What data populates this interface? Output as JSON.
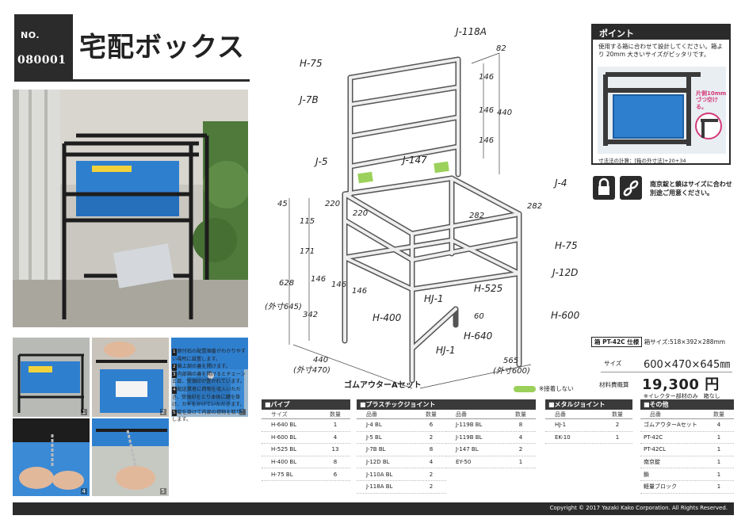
{
  "header": {
    "no_label": "NO.",
    "product_no": "080001",
    "title": "宅配ボックス"
  },
  "photos": {
    "numbers": [
      "1",
      "2",
      "3",
      "4",
      "5"
    ]
  },
  "steps": [
    {
      "num": "1",
      "text": "原付石の配置順番がわかりやすい場所に設置します。"
    },
    {
      "num": "2",
      "text": "箱上部の蓋を開けます。"
    },
    {
      "num": "3",
      "text": "内部箱の蓋を開けるとチェーンと錠、受領印が置かれています。"
    },
    {
      "num": "4",
      "text": "配送業者に荷物を収入いただき、受領印をとり本体に鍵を掛け、カギをかけていただきます。"
    },
    {
      "num": "5",
      "text": "錠を掛けて内部の荷物を取り出します。"
    }
  ],
  "diagram": {
    "parts": {
      "j118a": "J-118A",
      "h75a": "H-75",
      "j7b": "J-7B",
      "j5": "J-5",
      "j147": "J-147",
      "j4": "J-4",
      "h75b": "H-75",
      "j12d": "J-12D",
      "h525": "H-525",
      "hj1a": "HJ-1",
      "h400": "H-400",
      "h640": "H-640",
      "hj1b": "HJ-1",
      "h600": "H-600"
    },
    "dims": {
      "d82": "82",
      "d146a": "146",
      "d146b": "146",
      "d146c": "146",
      "d440v": "440",
      "d45": "45",
      "d220a": "220",
      "d220b": "220",
      "d282a": "282",
      "d282b": "282",
      "d115": "115",
      "d171": "171",
      "d628": "628",
      "d645": "(外寸645)",
      "d146d": "146",
      "d146e": "146",
      "d146f": "146",
      "d342": "342",
      "d60": "60",
      "d440h": "440",
      "d470": "(外寸470)",
      "d565": "565",
      "d600": "(外寸600)"
    },
    "rubber_outer": "ゴムアウターAセット"
  },
  "point": {
    "heading": "ポイント",
    "text": "使用する箱に合わせて設計してください。箱より 20mm 大きいサイズがピッタリです。",
    "callout": "片側10mmづつ空ける。",
    "formula": "寸法法の計算：[箱の外寸法]+20+34"
  },
  "notice": {
    "text_line1": "南京錠と鎖はサイズに合わせ",
    "text_line2": "別途ご用意ください。"
  },
  "spec": {
    "case_tag": "箱 PT-42C 仕様",
    "case_size": "箱サイズ:518×392×288mm",
    "size_label": "サイズ",
    "size_value": "600×470×645㎜",
    "price_label": "材料費概算",
    "price_value": "19,300 円",
    "price_note": "※イレクター部材のみ　箱なし"
  },
  "legend": {
    "text": "※接着しない",
    "color": "#9bd15a"
  },
  "tables": {
    "pipe": {
      "heading": "■パイプ",
      "col_name": "サイズ",
      "col_qty": "数量",
      "rows": [
        {
          "name": "H-640 BL",
          "qty": "1"
        },
        {
          "name": "H-600 BL",
          "qty": "4"
        },
        {
          "name": "H-525 BL",
          "qty": "13"
        },
        {
          "name": "H-400 BL",
          "qty": "8"
        },
        {
          "name": "H-75 BL",
          "qty": "6"
        }
      ]
    },
    "plastic": {
      "heading": "■プラスチックジョイント",
      "col_name": "品番",
      "col_qty": "数量",
      "rows_a": [
        {
          "name": "J-4 BL",
          "qty": "6"
        },
        {
          "name": "J-5 BL",
          "qty": "2"
        },
        {
          "name": "J-7B BL",
          "qty": "8"
        },
        {
          "name": "J-12D BL",
          "qty": "4"
        },
        {
          "name": "J-110A BL",
          "qty": "2"
        },
        {
          "name": "J-118A BL",
          "qty": "2"
        }
      ],
      "rows_b": [
        {
          "name": "J-119B BL",
          "qty": "8"
        },
        {
          "name": "J-119B BL",
          "qty": "4"
        },
        {
          "name": "J-147 BL",
          "qty": "2"
        },
        {
          "name": "EY-50",
          "qty": "1"
        }
      ]
    },
    "metal": {
      "heading": "■メタルジョイント",
      "col_name": "品番",
      "col_qty": "数量",
      "rows": [
        {
          "name": "HJ-1",
          "qty": "2"
        },
        {
          "name": "EK-10",
          "qty": "1"
        }
      ]
    },
    "other": {
      "heading": "■その他",
      "col_name": "品番",
      "col_qty": "数量",
      "rows": [
        {
          "name": "ゴムアウターAセット",
          "qty": "4"
        },
        {
          "name": "PT-42C",
          "qty": "1"
        },
        {
          "name": "PT-42CL",
          "qty": "1"
        },
        {
          "name": "南京錠",
          "qty": "1"
        },
        {
          "name": "鎖",
          "qty": "1"
        },
        {
          "name": "軽量ブロック",
          "qty": "1"
        }
      ]
    }
  },
  "footer": {
    "copyright": "Copyright © 2017 Yazaki Kako Corporation. All Rights Reserved."
  }
}
